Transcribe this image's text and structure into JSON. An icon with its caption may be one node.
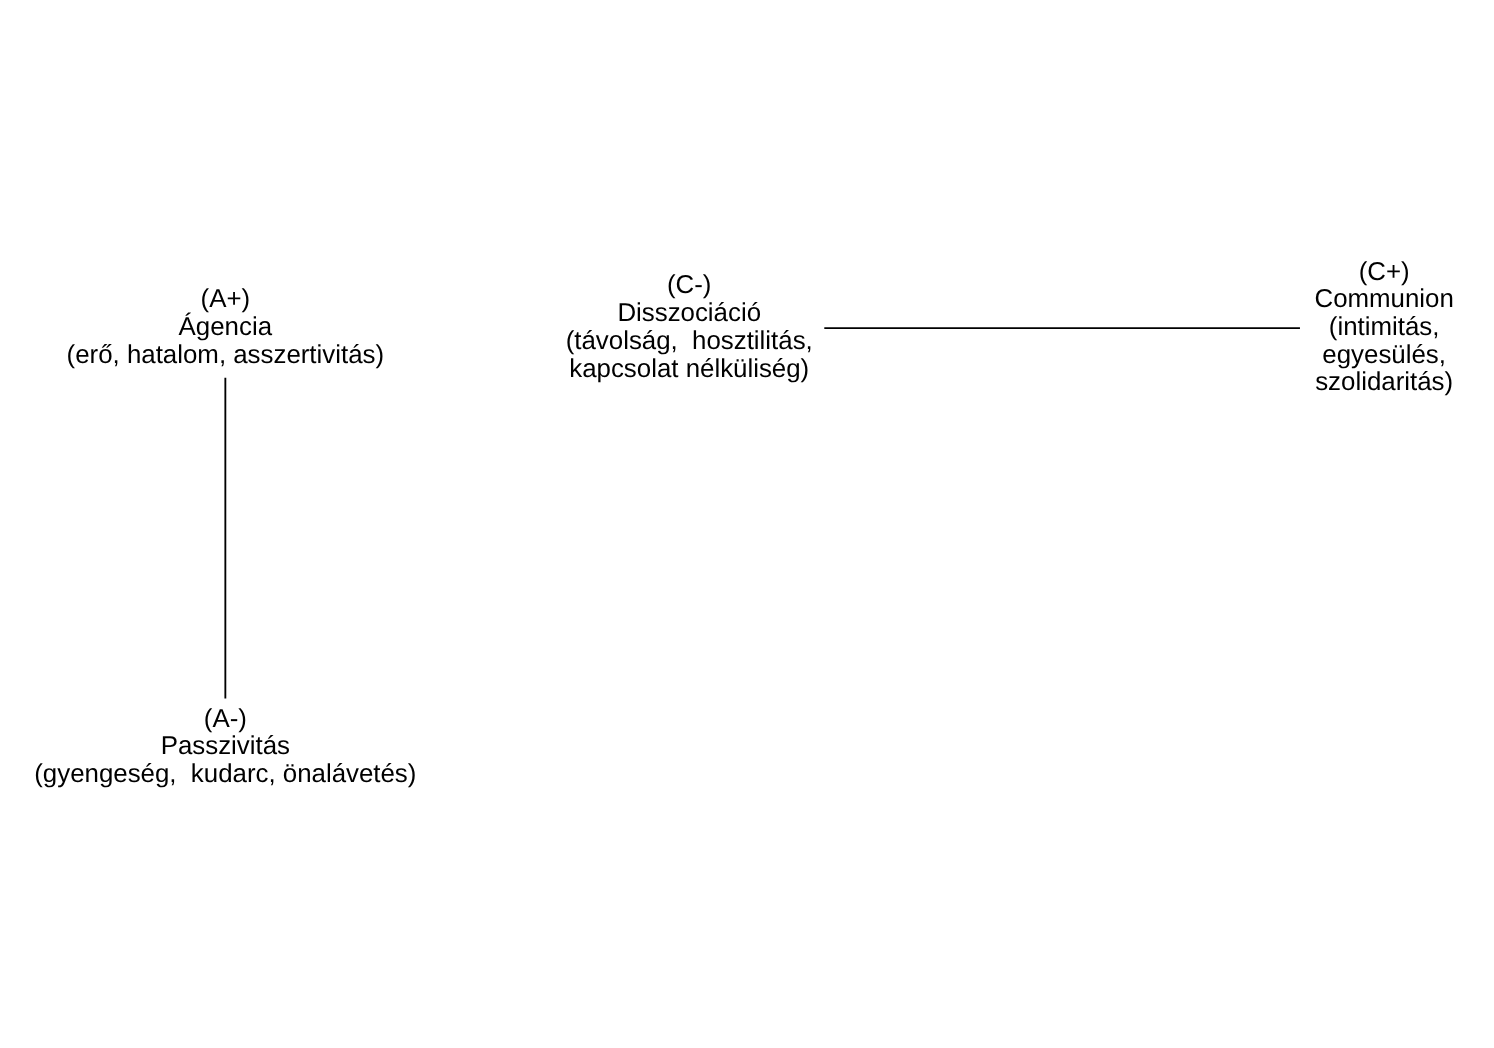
{
  "diagram": {
    "nodes": [
      {
        "text": [
          "(A+)",
          "Ágencia",
          "(erő, hatalom, asszertivitás)"
        ]
      },
      {
        "text": [
          "(C-)",
          "Disszociáció",
          "(távolság,  hosztilitás, kapcsolat nélküliség)"
        ]
      },
      {
        "text": [
          "(C+)",
          "Communion",
          "(intimitás,  egyesülés, szolidaritás)"
        ]
      },
      {
        "text": [
          "(A-)",
          "Passzivitás",
          "(gyengeség,  kudarc, önalávetés)"
        ]
      }
    ],
    "edges": [
      {
        "from": 0,
        "to": 3,
        "arrow": "none"
      },
      {
        "from": 1,
        "to": 2,
        "arrow": "none"
      }
    ]
  }
}
